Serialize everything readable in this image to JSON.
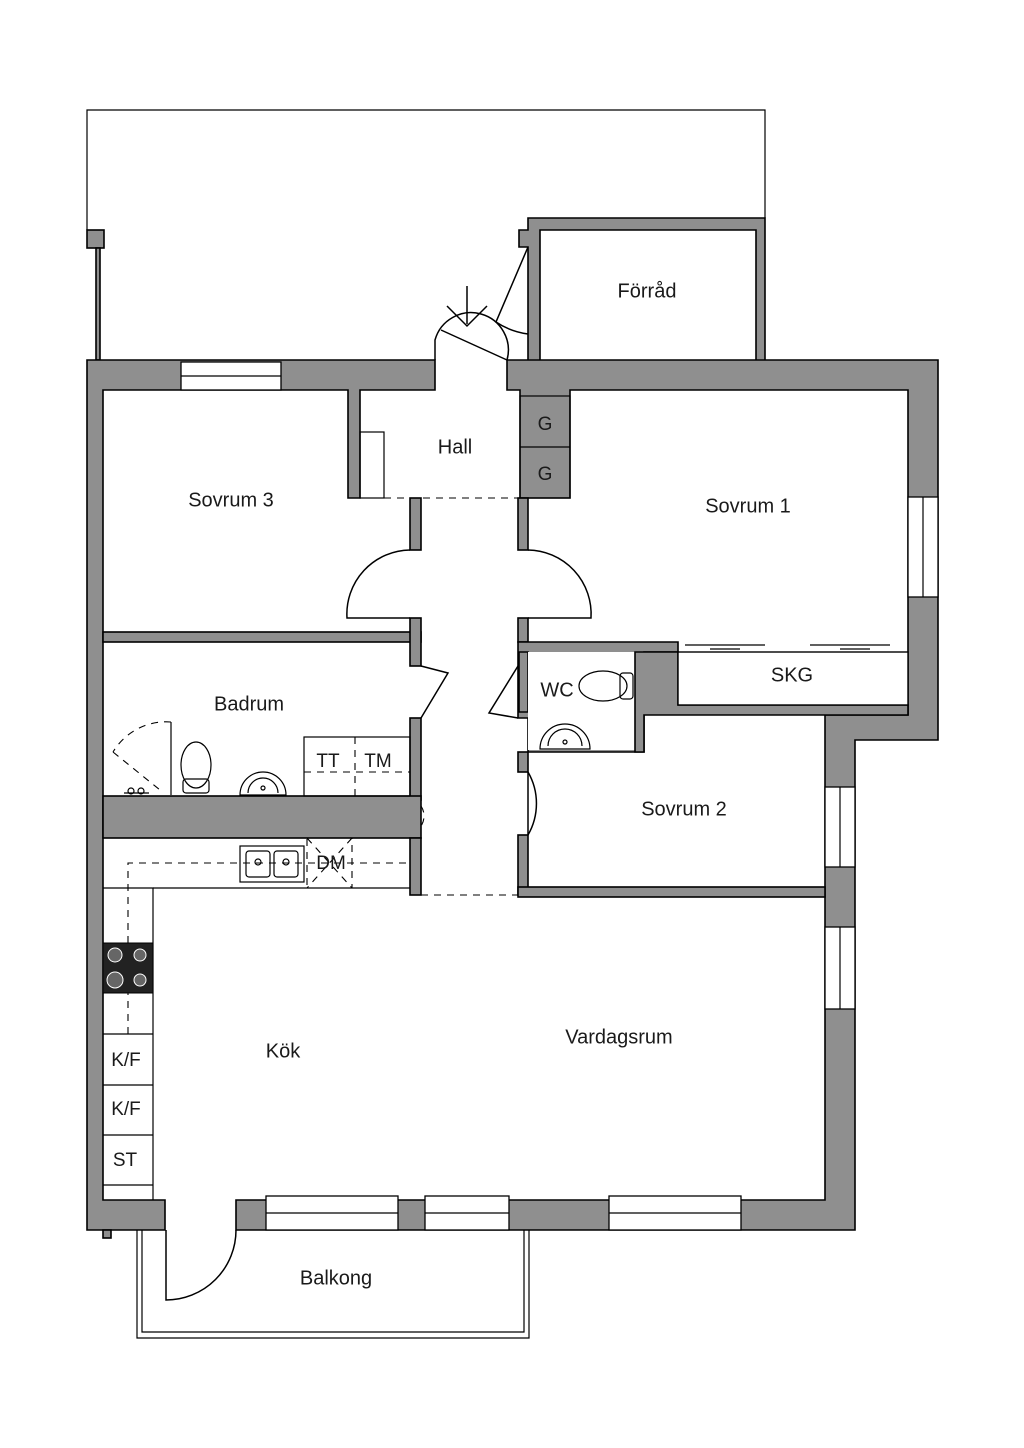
{
  "rooms": {
    "forrad": "Förråd",
    "hall": "Hall",
    "sovrum3": "Sovrum 3",
    "sovrum1": "Sovrum 1",
    "sovrum2": "Sovrum 2",
    "badrum": "Badrum",
    "wc": "WC",
    "skg": "SKG",
    "kok": "Kök",
    "vardagsrum": "Vardagsrum",
    "balkong": "Balkong"
  },
  "fixtures": {
    "g1": "G",
    "g2": "G",
    "tt": "TT",
    "tm": "TM",
    "dm": "DM",
    "kf1": "K/F",
    "kf2": "K/F",
    "st": "ST"
  },
  "colors": {
    "wall": "#8f8f8f",
    "line": "#000000",
    "background": "#ffffff"
  }
}
